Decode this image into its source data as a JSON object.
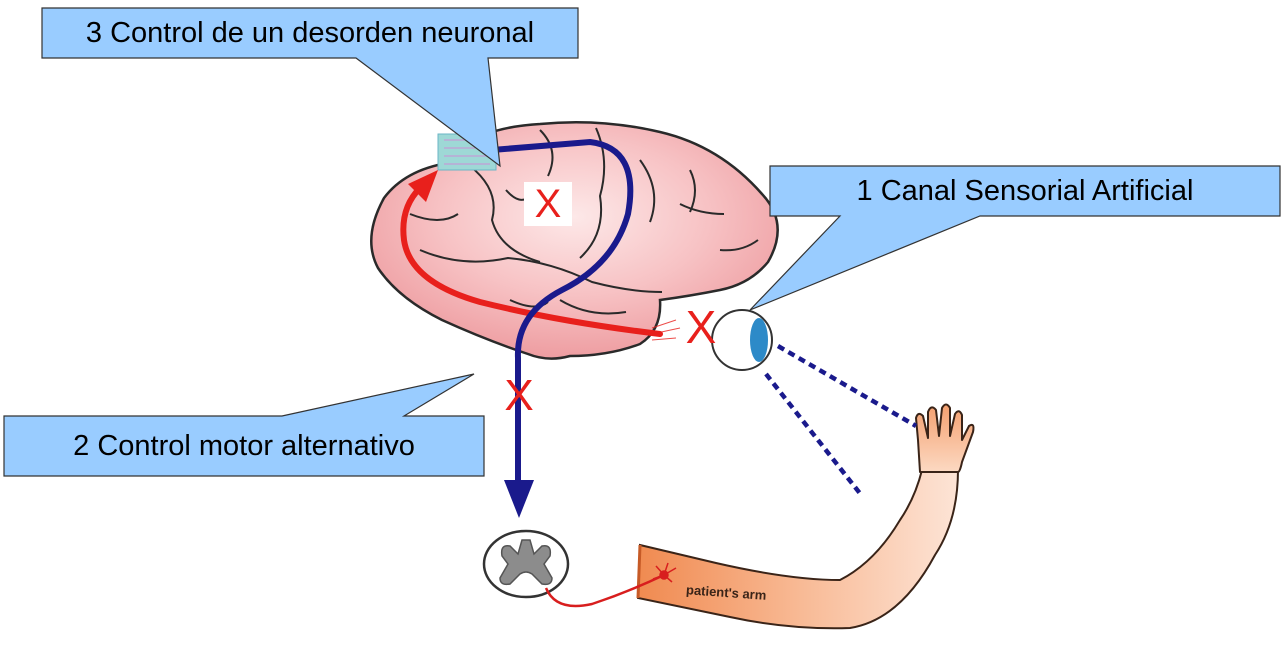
{
  "callouts": {
    "disorder_control": "3 Control de un desorden neuronal",
    "sensory_channel": "1 Canal Sensorial Artificial",
    "motor_control": "2 Control motor alternativo"
  },
  "blocks": {
    "brain_mark": "X",
    "eye_mark": "X",
    "spine_mark": "X"
  },
  "arm_label": "patient's arm",
  "colors": {
    "callout_fill": "#99ccff",
    "motor_pathway": "#1a1a8c",
    "sensory_pathway": "#e8201c",
    "brain": "#f4b4b6",
    "arm": "#f4a070",
    "iris": "#2d8ac8"
  }
}
